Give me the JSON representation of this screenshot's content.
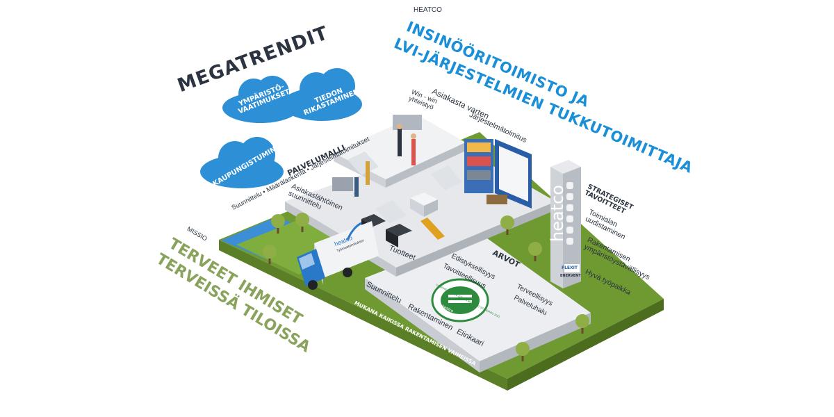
{
  "colors": {
    "accent_blue": "#1a8fd8",
    "dark_navy": "#2b3440",
    "mission_green": "#8aa35c",
    "grass": "#79a33b",
    "cloud": "#2d8fd6",
    "platform": "#e9ebee",
    "water": "#3c8fd6"
  },
  "megatrends": {
    "title": "MEGATRENDIT",
    "clouds": [
      {
        "line1": "YMPÄRISTÖ-",
        "line2": "VAATIMUKSET"
      },
      {
        "line1": "TIEDON",
        "line2": "RIKASTAMINEN"
      },
      {
        "line1": "KAUPUNGISTUMINEN",
        "line2": ""
      }
    ]
  },
  "header": {
    "brand": "HEATCO",
    "headline_line1": "INSINÖÖRITOIMISTO JA",
    "headline_line2": "LVI-JÄRJESTELMIEN TUKKUTOIMITTAJA"
  },
  "service_model": {
    "title": "PALVELUMALLI",
    "items": "Suunnittelu • Määrälaskenta • Järjestelmätoimitukset"
  },
  "floors": {
    "customer": "Asiakasta varten",
    "winwin_line1": "Win - win",
    "winwin_line2": "yhteistyö",
    "system_delivery": "Järjestelmätoimitus",
    "customer_driven_line1": "Asiakaslähtöinen",
    "customer_driven_line2": "suunnittelu",
    "products": "Tuotteet"
  },
  "values": {
    "title": "ARVOT",
    "items": [
      "Edistyksellisyys",
      "Tavoitteellisuus",
      "Terveellisyys",
      "Palveluhalu"
    ],
    "badge_text": "COMPREHENSIVE GREEN BUILDING STANDARD 2021",
    "badge_sub": "heatco"
  },
  "lifecycle": {
    "items": [
      "Suunnittelu",
      "Rakentaminen",
      "Elinkaari"
    ],
    "slogan": "MUKANA KAIKISSA RAKENTAMISEN VAIHEISSA"
  },
  "mission": {
    "label": "MISSIO",
    "line1": "TERVEET IHMISET",
    "line2": "TERVEISSÄ TILOISSA"
  },
  "strategy": {
    "title_line1": "STRATEGISET",
    "title_line2": "TAVOITTEET",
    "goals": [
      {
        "line1": "Toimialan",
        "line2": "uudistaminen"
      },
      {
        "line1": "Rakentamisen",
        "line2": "ympäristöystävällisyys"
      },
      {
        "line1": "Hyvä työpaikka",
        "line2": ""
      }
    ]
  },
  "tower": {
    "logo": "heatco",
    "partner1": "FLEXIT",
    "partner2": "ENERVENT"
  },
  "truck": {
    "logo": "heatco",
    "sub": "Työmaatoimitukset"
  }
}
